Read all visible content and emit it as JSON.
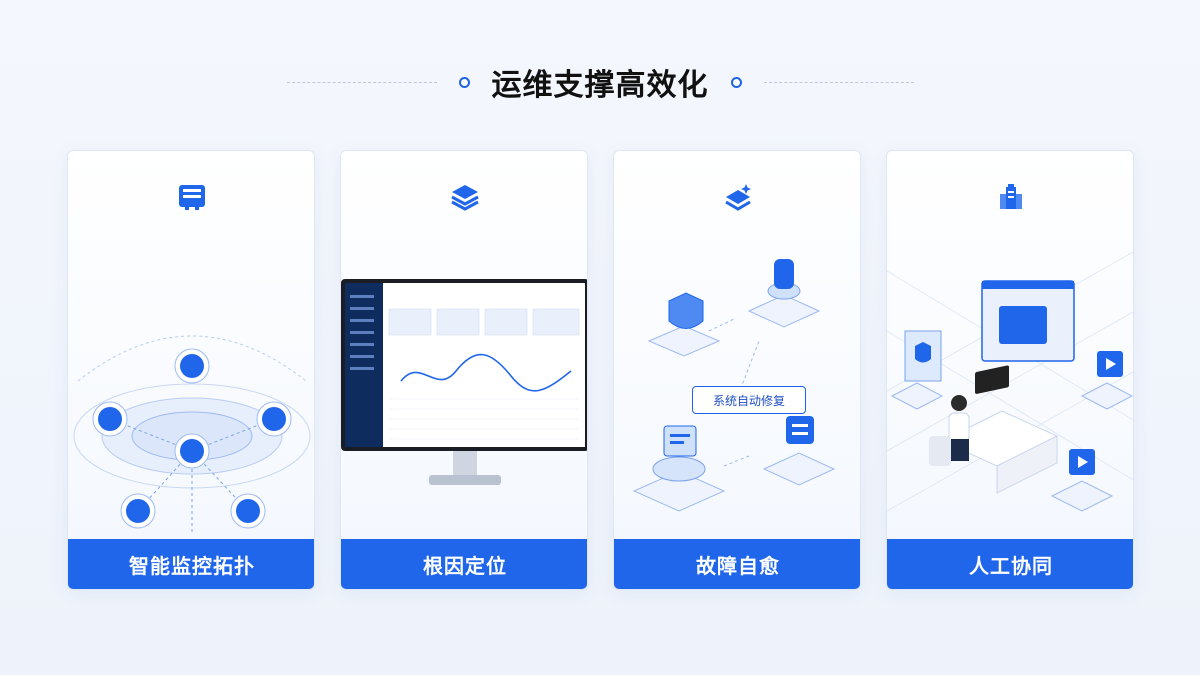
{
  "title": "运维支撑高效化",
  "cards": [
    {
      "label": "智能监控拓扑",
      "icon": "server-icon"
    },
    {
      "label": "根因定位",
      "icon": "layers-icon"
    },
    {
      "label": "故障自愈",
      "icon": "stack-spark-icon",
      "badge": "系统自动修复"
    },
    {
      "label": "人工协同",
      "icon": "building-icon"
    }
  ],
  "colors": {
    "accent": "#1f66ea",
    "background": "#f1f5fc"
  }
}
